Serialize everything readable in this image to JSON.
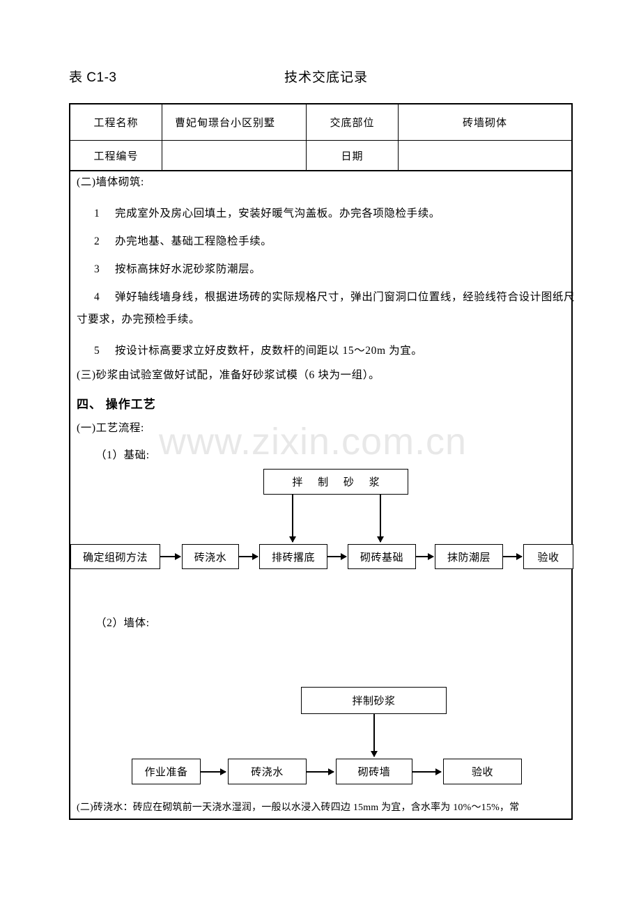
{
  "header": {
    "form_code": "表 C1-3",
    "doc_title": "技术交底记录"
  },
  "info_table": {
    "row1": {
      "label_left": "工程名称",
      "value_left": "曹妃甸璟台小区别墅",
      "label_right": "交底部位",
      "value_right": "砖墙砌体"
    },
    "row2": {
      "label_left": "工程编号",
      "value_left": "",
      "label_right": "日期",
      "value_right": ""
    }
  },
  "body": {
    "section_two_title": "(二)墙体砌筑:",
    "items": [
      {
        "num": "1",
        "text": "完成室外及房心回填土，安装好暖气沟盖板。办完各项隐检手续。"
      },
      {
        "num": "2",
        "text": "办完地基、基础工程隐检手续。"
      },
      {
        "num": "3",
        "text": "按标高抹好水泥砂浆防潮层。"
      },
      {
        "num": "4",
        "text": "弹好轴线墙身线，根据进场砖的实际规格尺寸，弹出门窗洞口位置线，经验线符合设计图纸尺"
      },
      {
        "num": "5",
        "text": "按设计标高要求立好皮数杆，皮数杆的间距以 15～20m 为宜。"
      }
    ],
    "item4_continuation": "寸要求，办完预检手续。",
    "section_three": "(三)砂浆由试验室做好试配，准备好砂浆试模（6 块为一组）。",
    "section_four_heading": "四、  操作工艺",
    "process_flow_label": "(一)工艺流程:",
    "sub1_label": "（1）基础:",
    "sub2_label": "（2）墙体:",
    "bottom_note": "(二)砖浇水：砖应在砌筑前一天浇水湿润，一般以水浸入砖四边 15mm 为宜，含水率为 10%～15%，常"
  },
  "flowchart_foundation": {
    "top_box": "拌 制 砂 浆",
    "steps": [
      "确定组砌方法",
      "砖浇水",
      "排砖撂底",
      "砌砖基础",
      "抹防潮层",
      "验收"
    ]
  },
  "flowchart_wall": {
    "top_box": "拌制砂浆",
    "steps": [
      "作业准备",
      "砖浇水",
      "砌砖墙",
      "验收"
    ]
  },
  "watermark": {
    "text": "www.zixin.com.cn"
  }
}
